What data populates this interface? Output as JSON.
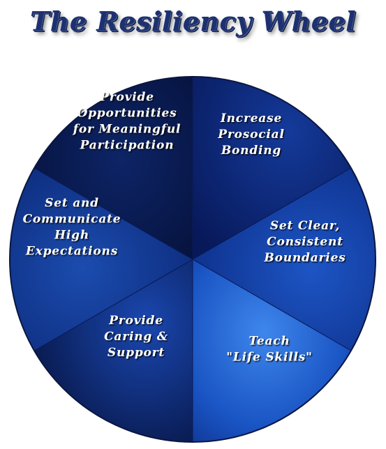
{
  "title": "The Resiliency Wheel",
  "segments": [
    {
      "id": "bonding",
      "lines": [
        "Increase",
        "Prosocial",
        "Bonding"
      ]
    },
    {
      "id": "boundaries",
      "lines": [
        "Set Clear,",
        "Consistent",
        "Boundaries"
      ]
    },
    {
      "id": "life-skills",
      "lines": [
        "Teach",
        "\"Life Skills\""
      ]
    },
    {
      "id": "caring",
      "lines": [
        "Provide",
        "Caring &",
        "Support"
      ]
    },
    {
      "id": "expectations",
      "lines": [
        "Set and",
        "Communicate",
        "High",
        "Expectations"
      ]
    },
    {
      "id": "participation",
      "lines": [
        "Provide",
        "Opportunities",
        "for Meaningful",
        "Participation"
      ]
    }
  ],
  "colors": {
    "title": "#1d3170",
    "rim": "#0b1640"
  }
}
